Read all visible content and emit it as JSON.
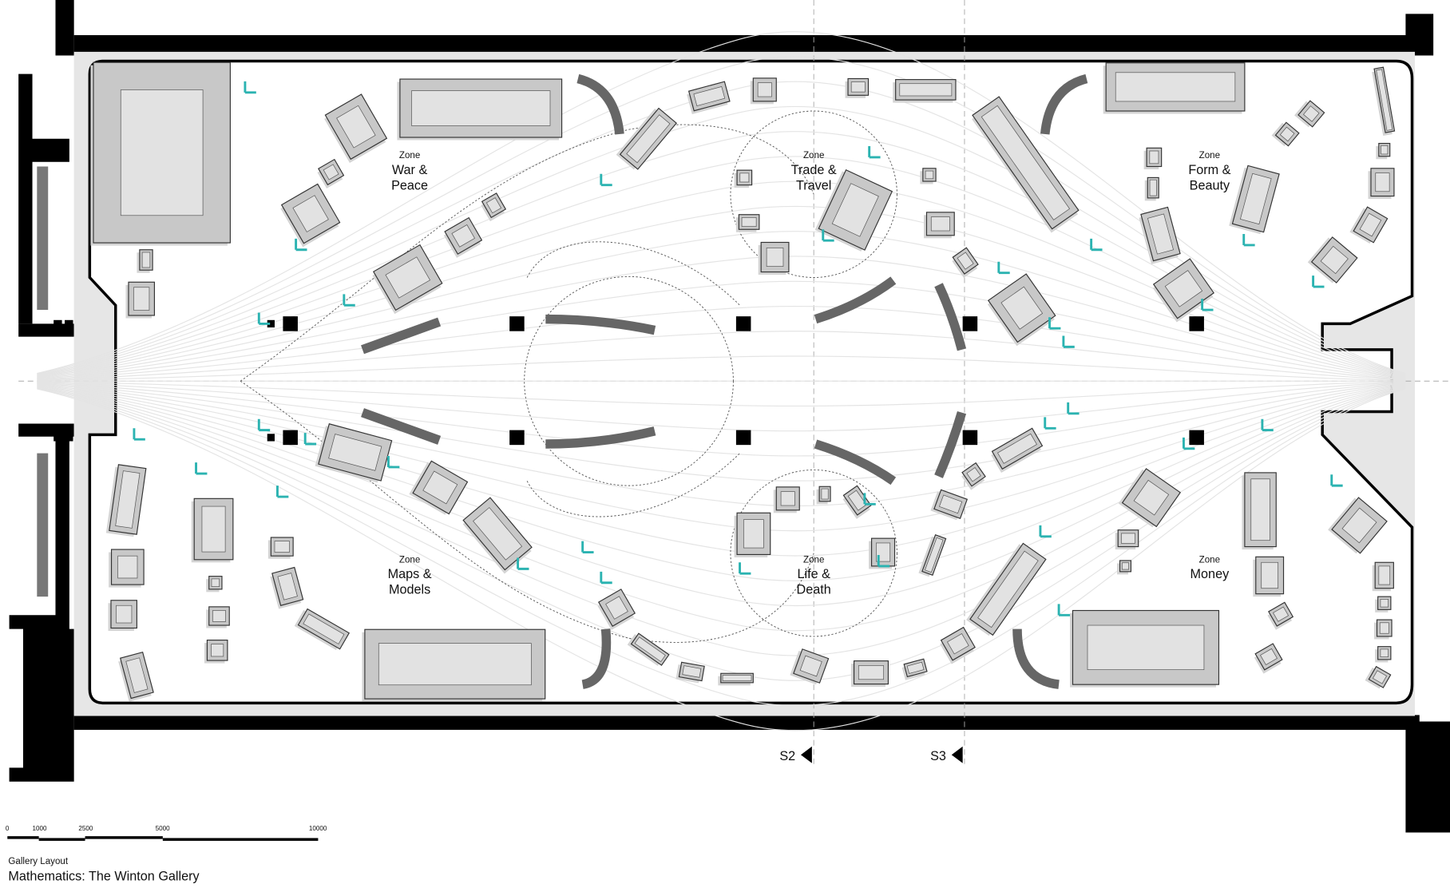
{
  "title": {
    "subtitle": "Gallery Layout",
    "main": "Mathematics: The Winton Gallery"
  },
  "scale_bar": {
    "ticks": [
      "0",
      "1000",
      "2500",
      "5000",
      "10000"
    ]
  },
  "section_markers": [
    "S2",
    "S3"
  ],
  "zones": [
    {
      "prefix": "Zone",
      "line1": "War &",
      "line2": "Peace"
    },
    {
      "prefix": "Zone",
      "line1": "Trade &",
      "line2": "Travel"
    },
    {
      "prefix": "Zone",
      "line1": "Form &",
      "line2": "Beauty"
    },
    {
      "prefix": "Zone",
      "line1": "Maps &",
      "line2": "Models"
    },
    {
      "prefix": "Zone",
      "line1": "Life &",
      "line2": "Death"
    },
    {
      "prefix": "Zone",
      "line1": "Money",
      "line2": ""
    }
  ],
  "colors": {
    "accent": "#2bb3b1",
    "wall": "#000000",
    "floor_band": "#e6e6e6",
    "case": "#c8c8c8"
  }
}
